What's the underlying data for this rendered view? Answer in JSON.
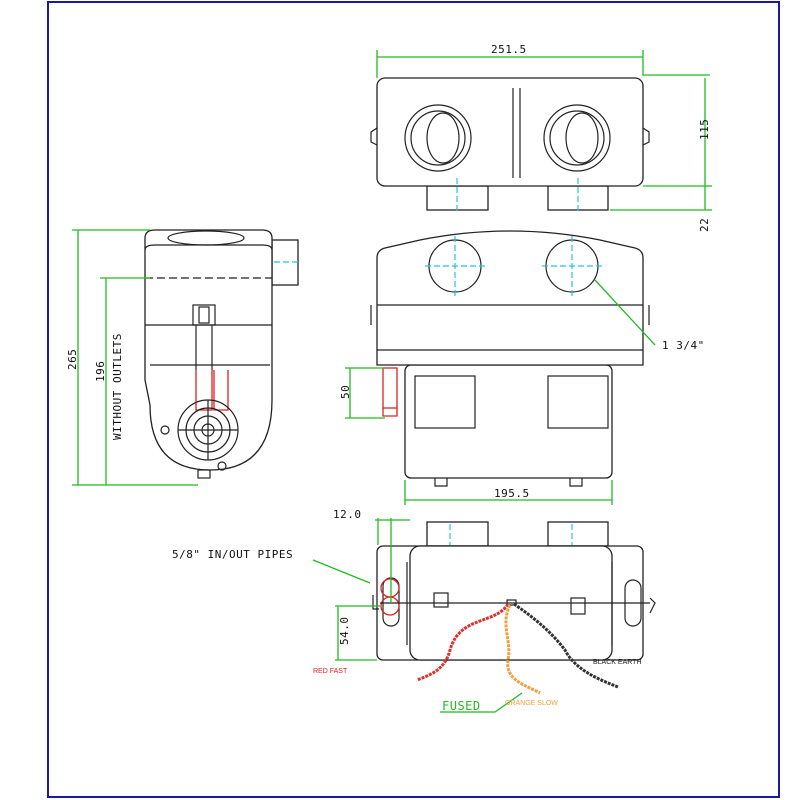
{
  "dimensions": {
    "width_top": "251.5",
    "height_top": "115",
    "outlet_depth": "22",
    "outlet_diameter": "1 3/4\"",
    "pipe_height": "50",
    "width_lower": "195.5",
    "total_height": "265",
    "height_without_outlets": "196",
    "without_outlets_label": "WITHOUT OUTLETS",
    "pipe_offset": "12.0",
    "pipe_spacing": "54.0"
  },
  "labels": {
    "pipes": "5/8\" IN/OUT PIPES",
    "red_wire": "RED FAST",
    "black_wire": "BLACK EARTH",
    "orange_wire": "ORANGE SLOW",
    "fused": "FUSED"
  },
  "colors": {
    "border": "#1a1aa0",
    "dimension": "#22bb22",
    "centerline": "#22c8d8",
    "red": "#e02020",
    "orange": "#f0a040",
    "black": "#333333"
  }
}
